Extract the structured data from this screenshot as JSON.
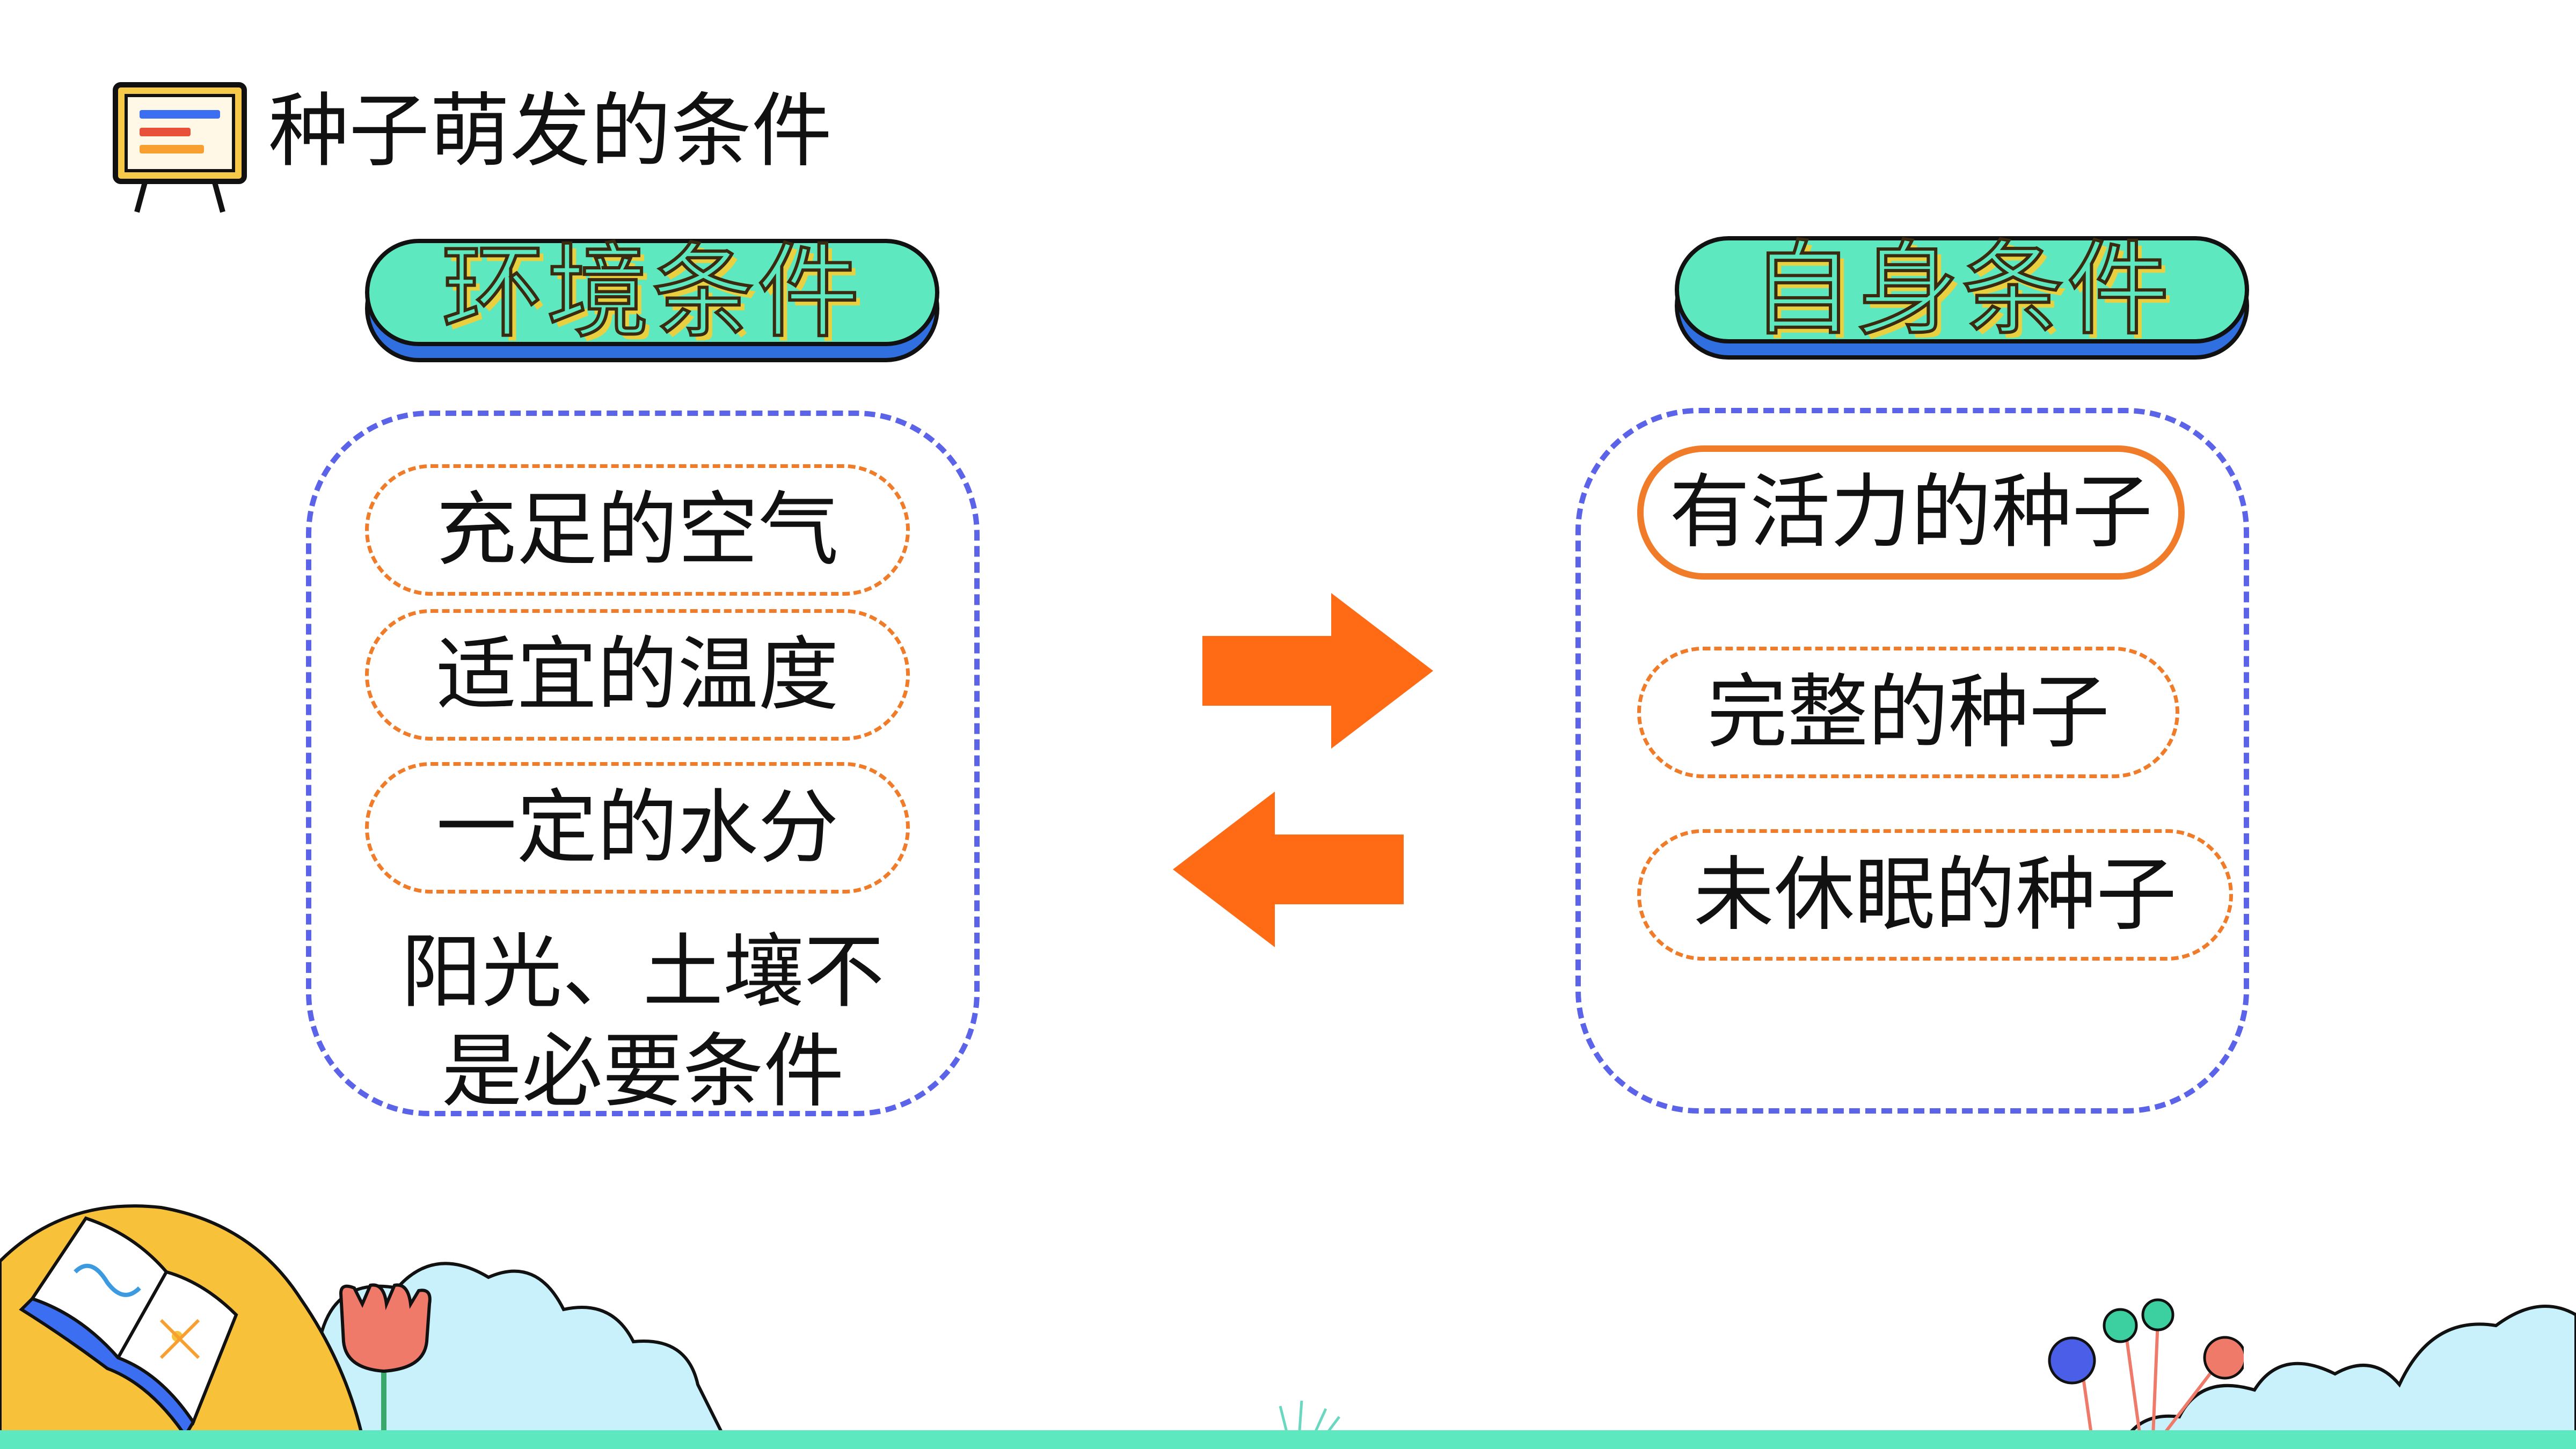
{
  "title": "种子萌发的条件",
  "left_section": {
    "heading": "环境条件",
    "items": [
      "充足的空气",
      "适宜的温度",
      "一定的水分"
    ],
    "note_lines": [
      "阳光、土壤不",
      "是必要条件"
    ]
  },
  "right_section": {
    "heading": "自身条件",
    "items": [
      "有活力的种子",
      "完整的种子",
      "未休眠的种子"
    ]
  },
  "icons": {
    "title": "presentation-board-icon",
    "arrows": [
      "arrow-right-icon",
      "arrow-left-icon"
    ],
    "decor": [
      "open-book-icon",
      "tulip-icon",
      "cloud-icon",
      "balloon-tree-icon"
    ]
  },
  "colors": {
    "heading_fill": "#5ee8c0",
    "heading_shadow": "#2f6fe0",
    "panel_border": "#5b63e8",
    "item_border": "#f07c2a",
    "arrow": "#ff6a14"
  }
}
